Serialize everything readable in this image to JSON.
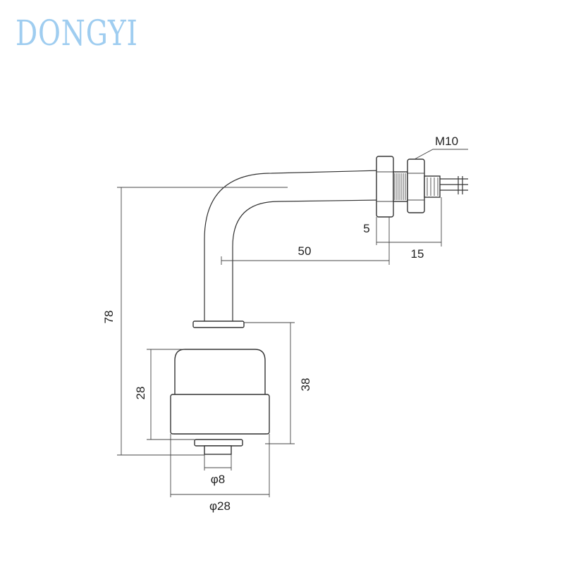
{
  "brand": {
    "name": "DONGYI",
    "color": "#9fcdf0"
  },
  "drawing": {
    "labels": {
      "thread": "M10",
      "nut_thickness": "5",
      "thread_length": "15",
      "horizontal_length": "50",
      "total_height": "78",
      "float_height": "28",
      "float_to_flange": "38",
      "stem_diameter": "φ8",
      "float_diameter": "φ28"
    }
  }
}
